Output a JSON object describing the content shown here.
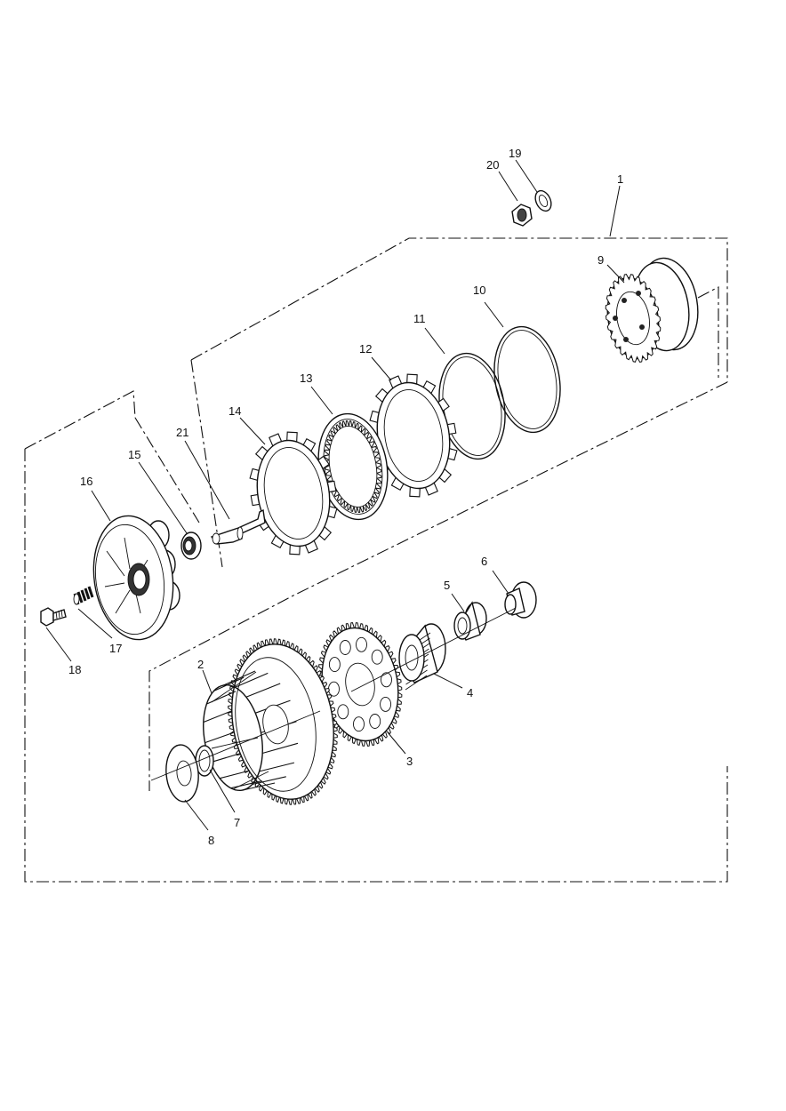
{
  "diagram": {
    "callouts": [
      {
        "id": "1",
        "label": "1"
      },
      {
        "id": "2",
        "label": "2"
      },
      {
        "id": "3",
        "label": "3"
      },
      {
        "id": "4",
        "label": "4"
      },
      {
        "id": "5",
        "label": "5"
      },
      {
        "id": "6",
        "label": "6"
      },
      {
        "id": "7",
        "label": "7"
      },
      {
        "id": "8",
        "label": "8"
      },
      {
        "id": "9",
        "label": "9"
      },
      {
        "id": "10",
        "label": "10"
      },
      {
        "id": "11",
        "label": "11"
      },
      {
        "id": "12",
        "label": "12"
      },
      {
        "id": "13",
        "label": "13"
      },
      {
        "id": "14",
        "label": "14"
      },
      {
        "id": "15",
        "label": "15"
      },
      {
        "id": "16",
        "label": "16"
      },
      {
        "id": "17",
        "label": "17"
      },
      {
        "id": "18",
        "label": "18"
      },
      {
        "id": "19",
        "label": "19"
      },
      {
        "id": "20",
        "label": "20"
      },
      {
        "id": "21",
        "label": "21"
      }
    ],
    "colors": {
      "line": "#111111",
      "background": "#ffffff",
      "fill": "#ffffff",
      "dark": "#222222"
    }
  }
}
